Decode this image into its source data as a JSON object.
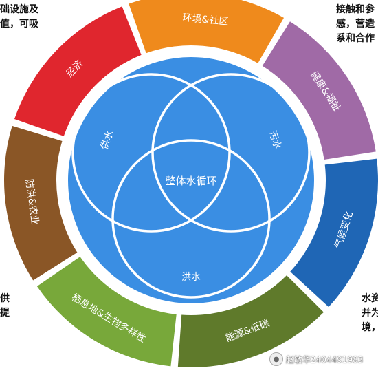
{
  "diagram": {
    "center_label": "整体水循环",
    "circles": [
      {
        "label": "供水"
      },
      {
        "label": "污水"
      },
      {
        "label": "洪水"
      }
    ],
    "colors": {
      "core": "#3a8ee3",
      "ring_gap": "#ffffff",
      "circle_stroke": "#ffffff"
    },
    "ring_segments": [
      {
        "label": "经济",
        "color": "#e0262e"
      },
      {
        "label": "环境&社区",
        "color": "#ef8a1c"
      },
      {
        "label": "健康&福祉",
        "color": "#a06aa6"
      },
      {
        "label": "气候变化",
        "color": "#1f66b5"
      },
      {
        "label": "能源&低碳",
        "color": "#5f7a2b"
      },
      {
        "label": "栖息地&生物多样性",
        "color": "#78a83a"
      },
      {
        "label": "防洪&农业",
        "color": "#8a5626"
      }
    ]
  },
  "corner_text": {
    "top_left": "础设施及\n值，可吸",
    "top_right": "接触和参\n感，营造\n系和合作",
    "bottom_left": "供\n提",
    "bottom_right": "水资\n并为\n境，"
  },
  "watermark": {
    "text": "赵敏华2404491983",
    "icon": "wechat-icon"
  }
}
